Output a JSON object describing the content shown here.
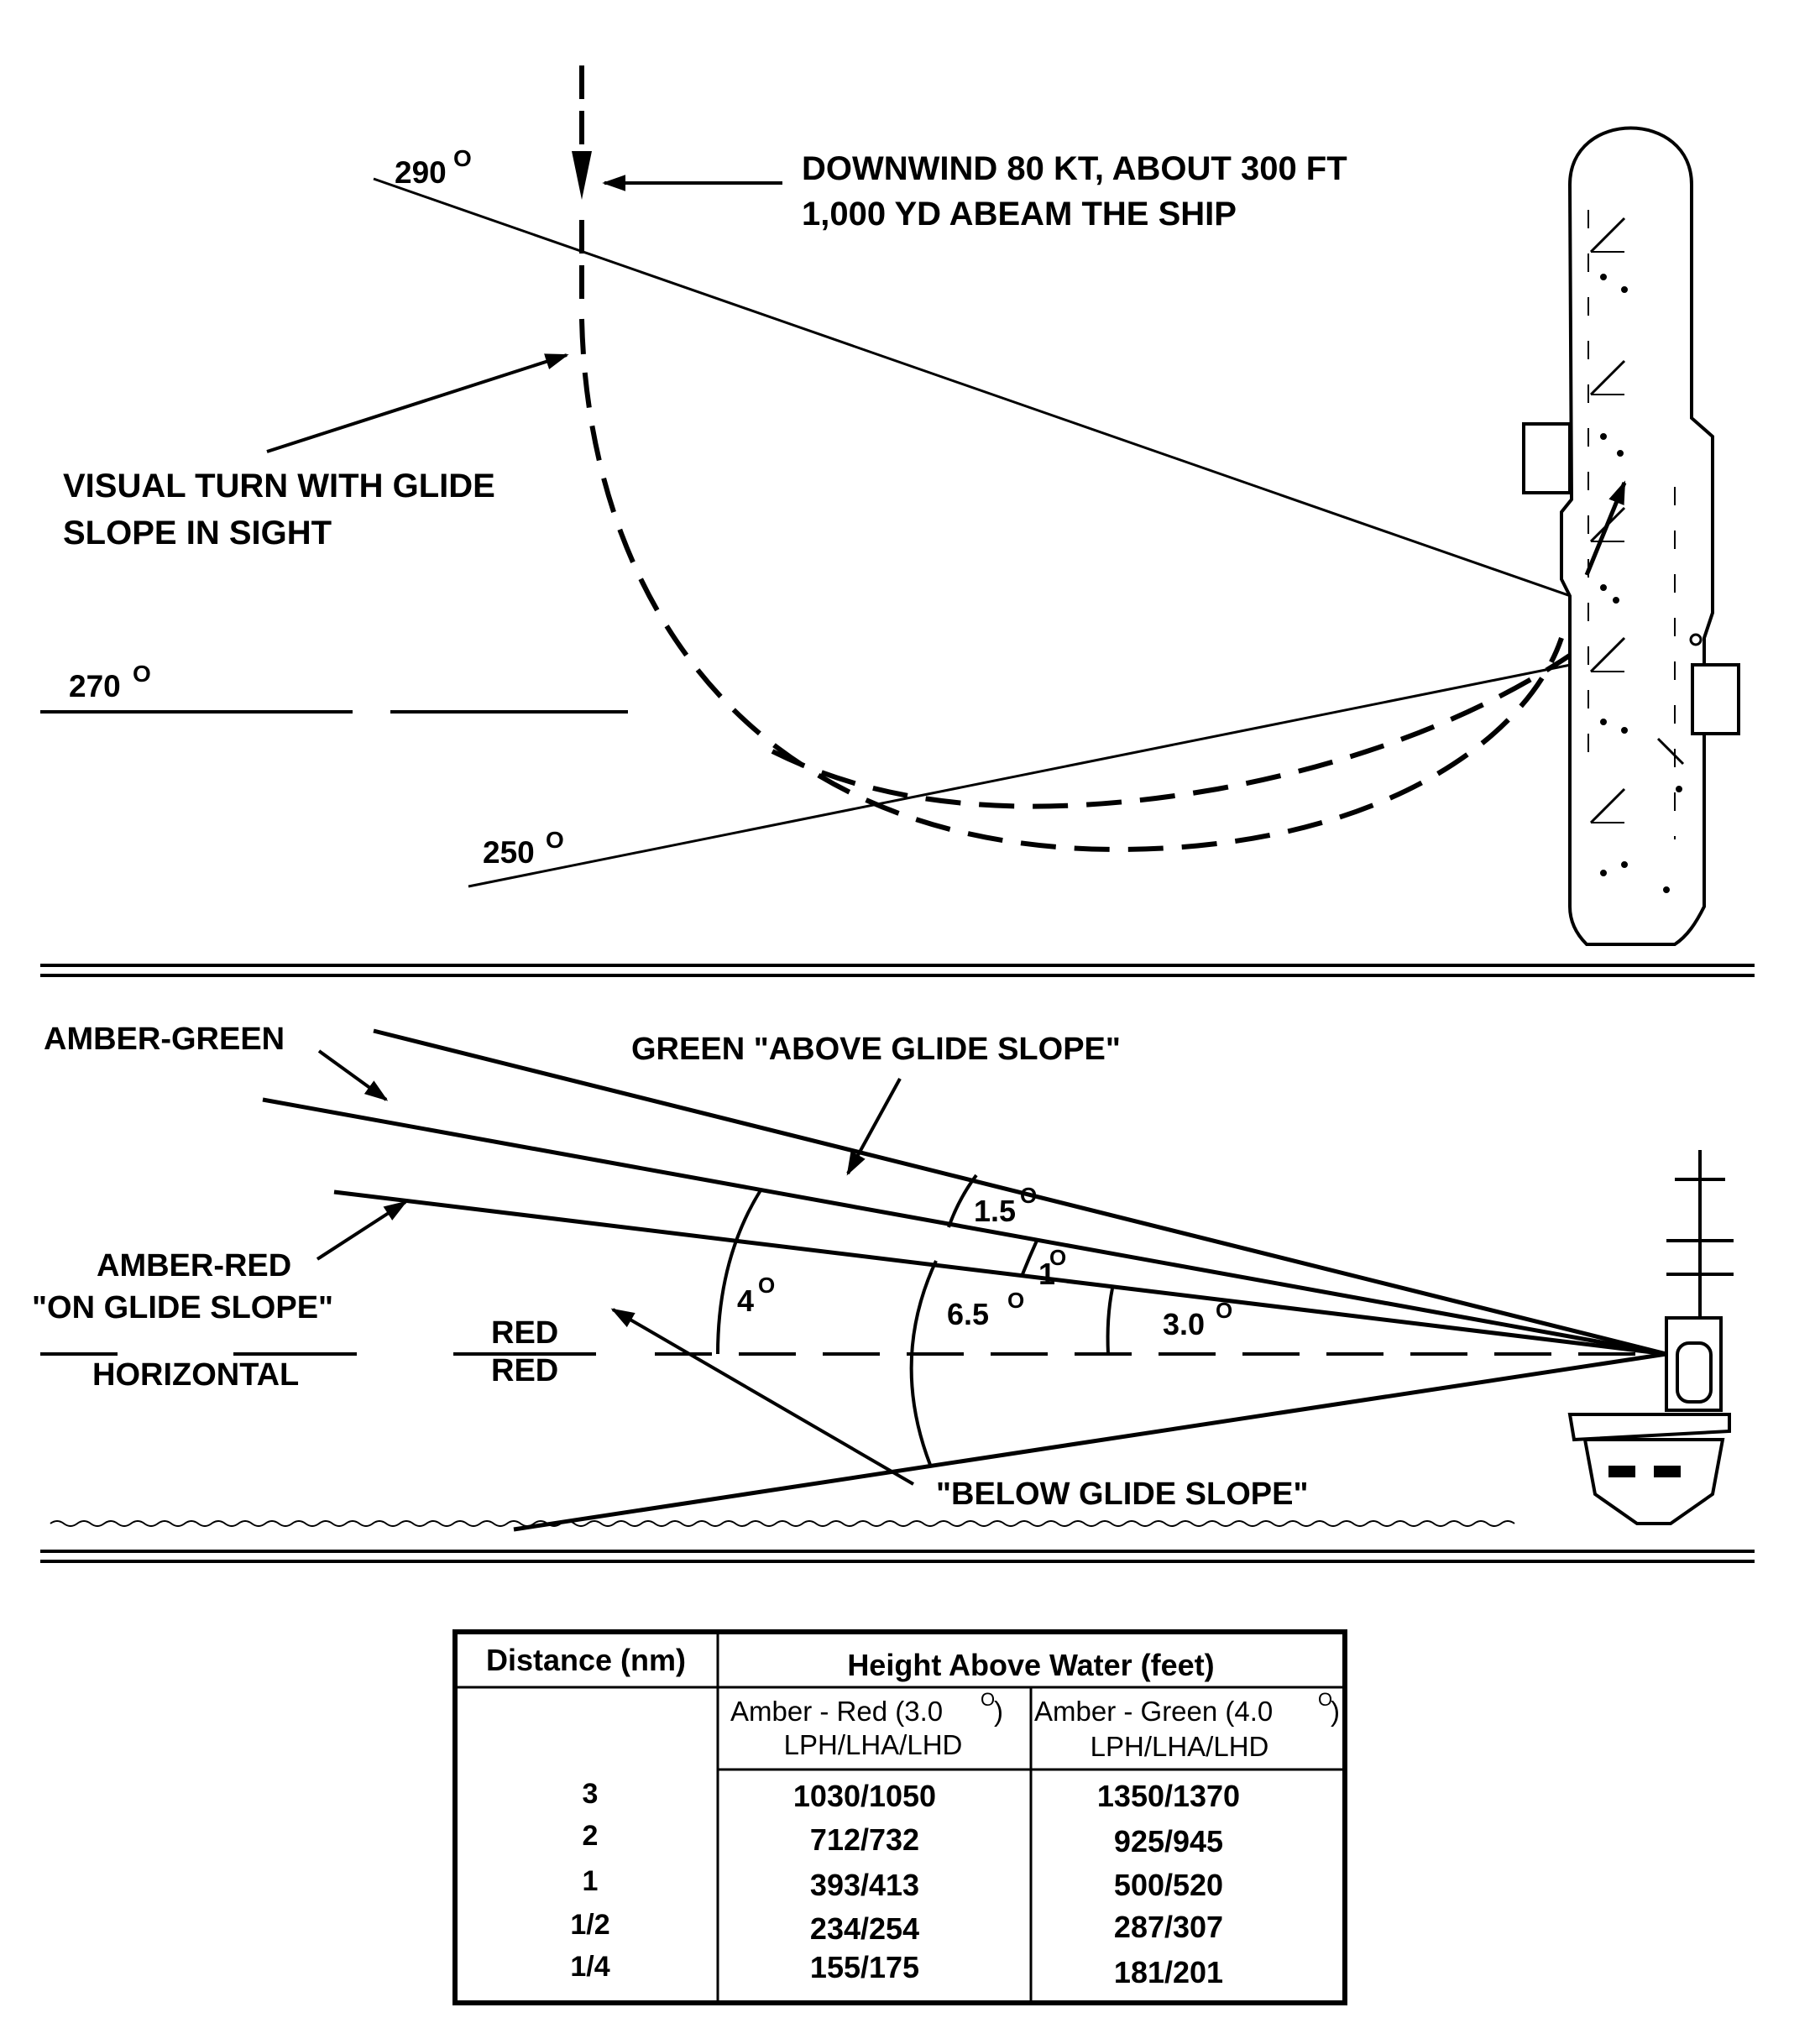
{
  "plan_view": {
    "heading_290": "290",
    "heading_270": "270",
    "heading_250": "250",
    "degree_mark": "O",
    "downwind_line1": "DOWNWIND 80 KT, ABOUT 300 FT",
    "downwind_line2": "1,000 YD ABEAM THE SHIP",
    "visual_turn_line1": "VISUAL TURN WITH GLIDE",
    "visual_turn_line2": "SLOPE IN SIGHT"
  },
  "side_view": {
    "amber_green": "AMBER-GREEN",
    "green_above": "GREEN \"ABOVE GLIDE SLOPE\"",
    "amber_red_line1": "AMBER-RED",
    "amber_red_line2": "\"ON GLIDE SLOPE\"",
    "horizontal": "HORIZONTAL",
    "red_top": "RED",
    "red_bottom": "RED",
    "below": "\"BELOW GLIDE SLOPE\"",
    "angle_1_5": "1.5",
    "angle_1": "1",
    "angle_4": "4",
    "angle_6_5": "6.5",
    "angle_3_0": "3.0",
    "degree_mark": "O"
  },
  "table": {
    "distance_header": "Distance (nm)",
    "height_header": "Height Above Water (feet)",
    "amber_red_header": "Amber - Red (3.0",
    "amber_green_header": "Amber - Green (4.0",
    "degree_mark": "O",
    "close_paren": ")",
    "ship_types": "LPH/LHA/LHD",
    "rows": [
      {
        "distance": "3",
        "amber_red": "1030/1050",
        "amber_green": "1350/1370"
      },
      {
        "distance": "2",
        "amber_red": "712/732",
        "amber_green": "925/945"
      },
      {
        "distance": "1",
        "amber_red": "393/413",
        "amber_green": "500/520"
      },
      {
        "distance": "1/2",
        "amber_red": "234/254",
        "amber_green": "287/307"
      },
      {
        "distance": "1/4",
        "amber_red": "155/175",
        "amber_green": "181/201"
      }
    ]
  }
}
